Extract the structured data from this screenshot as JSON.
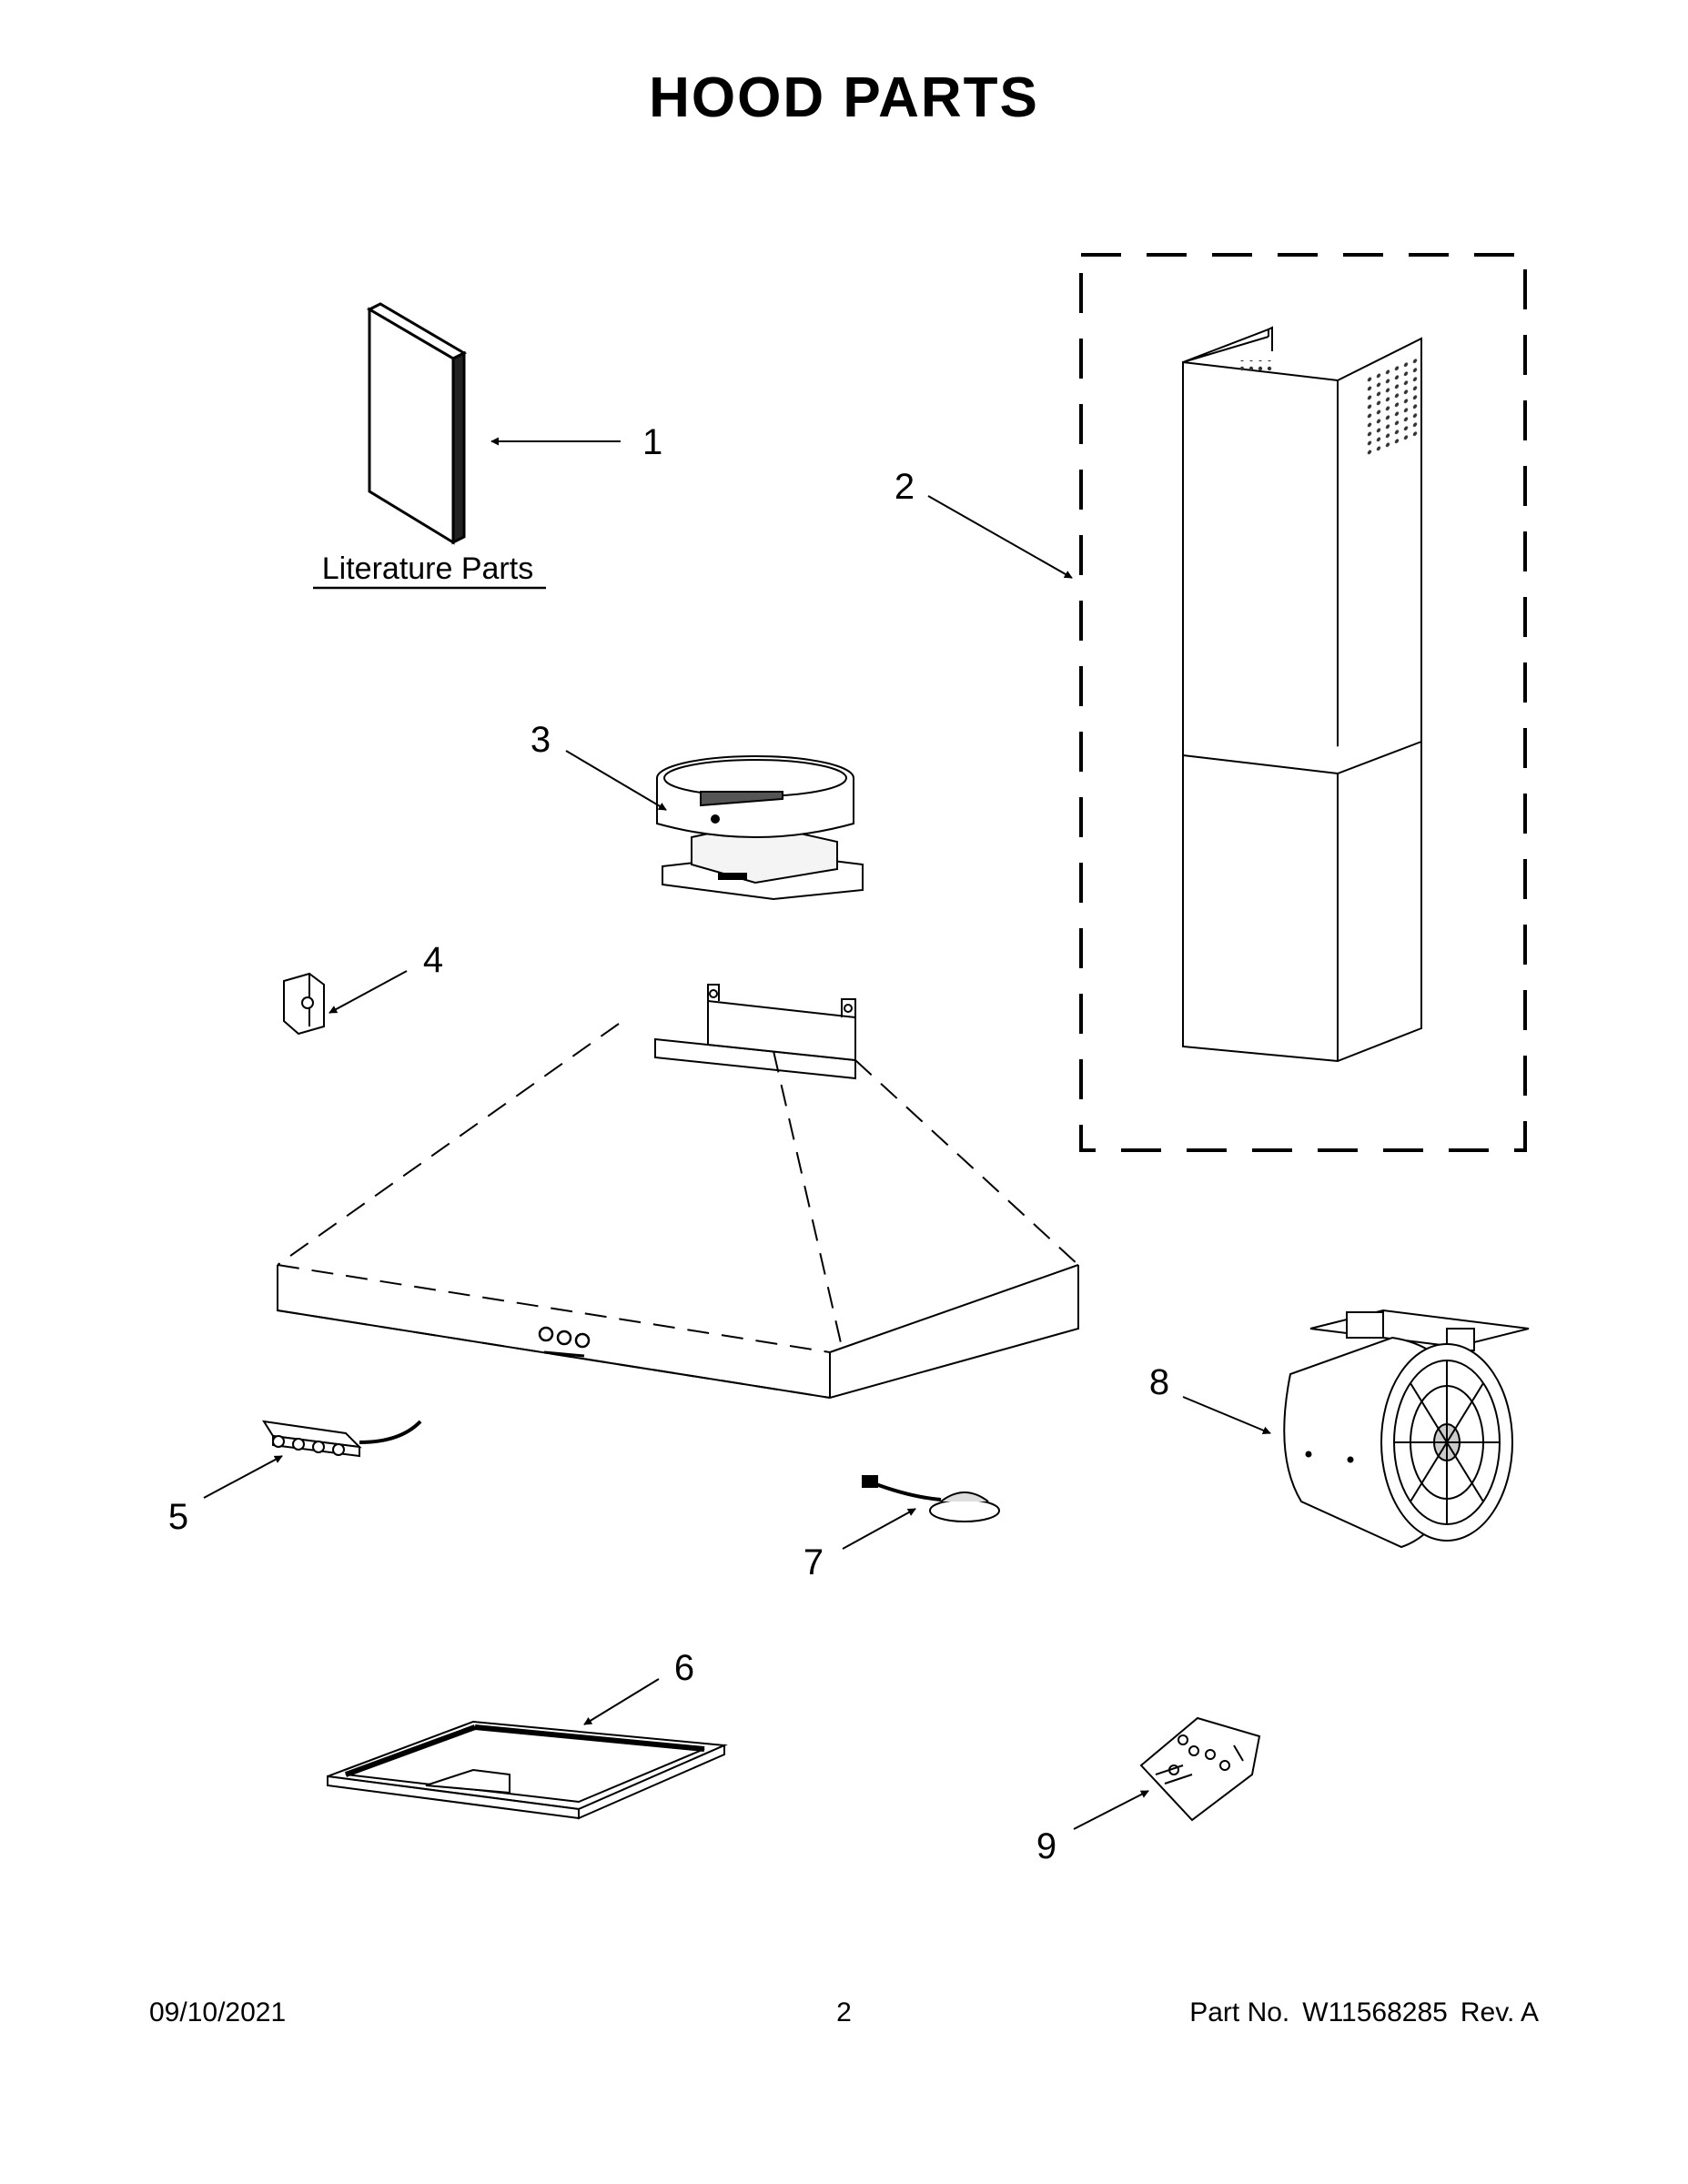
{
  "title": "HOOD PARTS",
  "literature_label": "Literature Parts",
  "callouts": [
    "1",
    "2",
    "3",
    "4",
    "5",
    "6",
    "7",
    "8",
    "9"
  ],
  "footer": {
    "date": "09/10/2021",
    "page": "2",
    "part_label": "Part No.",
    "part_number": "W11568285",
    "revision": "Rev.  A"
  }
}
